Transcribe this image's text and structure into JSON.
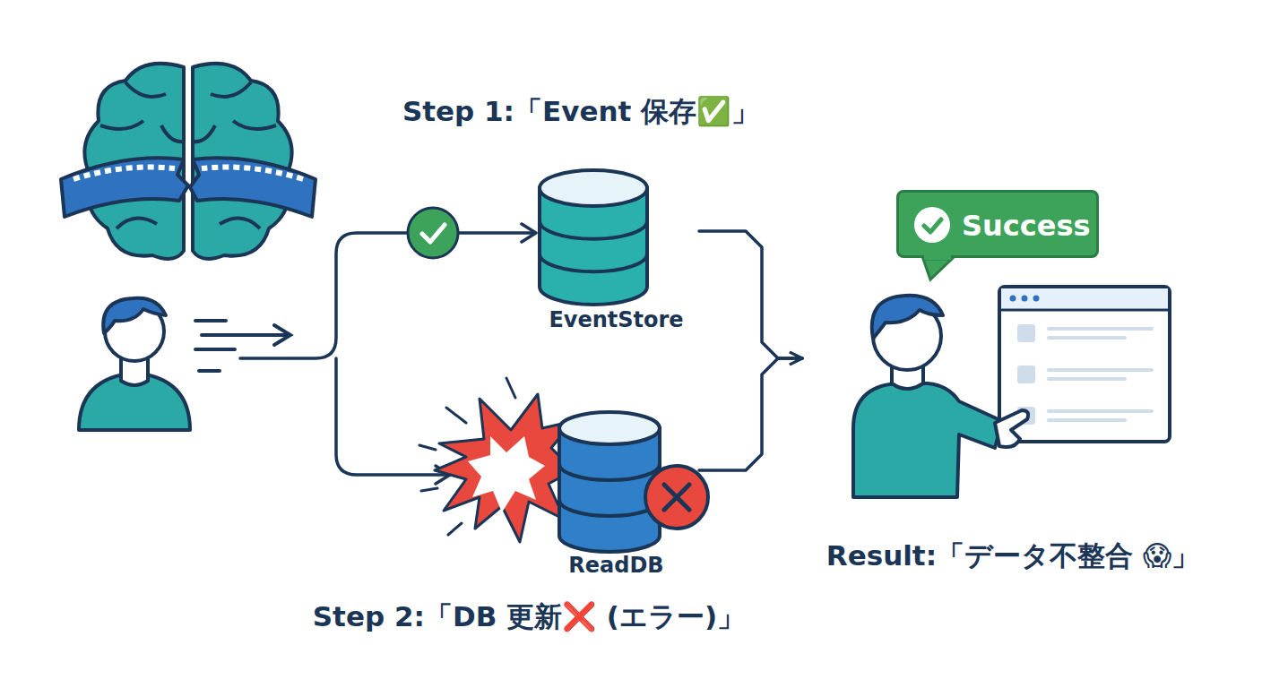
{
  "diagram": {
    "nodes": [
      {
        "text": [
          "EventStore"
        ]
      },
      {
        "text": [
          "ReadDB"
        ]
      },
      {
        "text": [
          "Success"
        ]
      },
      {
        "text": [
          "Result:「データ不整合 😱」"
        ]
      }
    ],
    "edges": [
      {
        "from": 0,
        "to": 3,
        "arrow": "to"
      },
      {
        "from": 1,
        "to": 3,
        "arrow": "to"
      }
    ],
    "labels": [
      "Step 1:「Event 保存✅」",
      "Step 2:「DB 更新❌ (エラー)」"
    ]
  }
}
